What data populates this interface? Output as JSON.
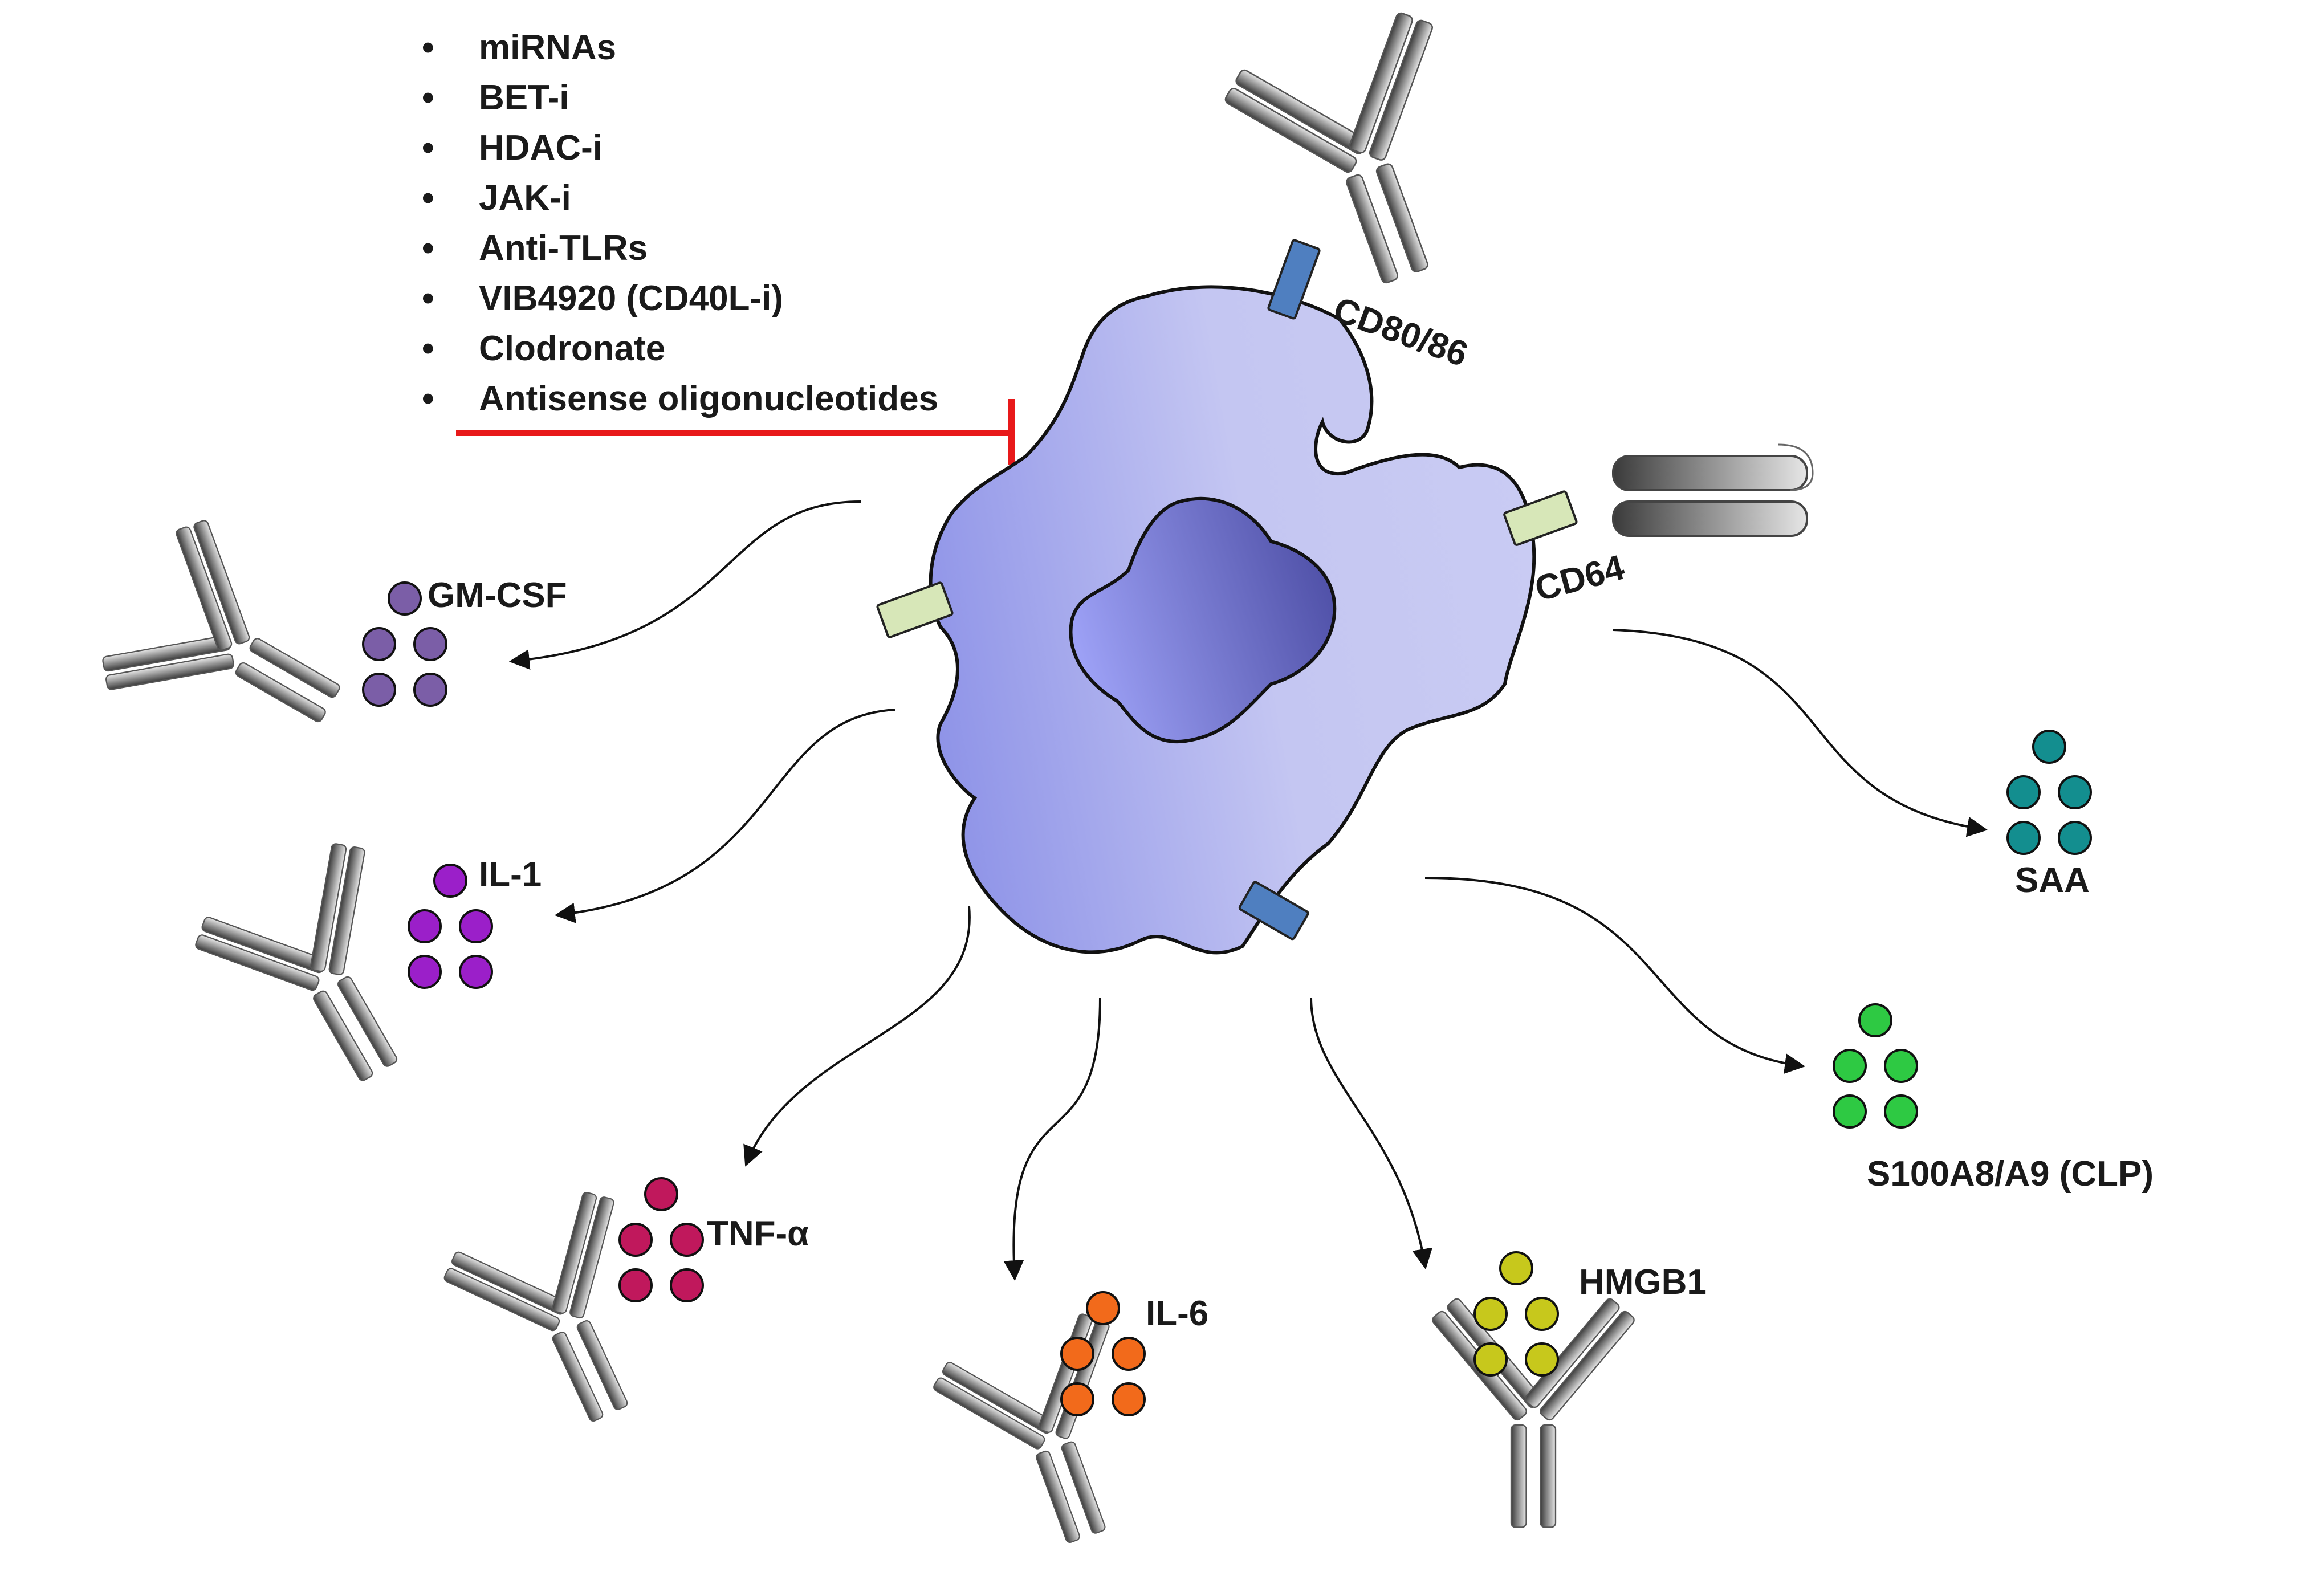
{
  "inhibitors": [
    "miRNAs",
    "BET-i",
    "HDAC-i",
    "JAK-i",
    "Anti-TLRs",
    "VIB4920 (CD40L-i)",
    "Clodronate",
    "Antisense oligonucleotides"
  ],
  "bullet": "•",
  "receptors": {
    "cd80_86": "CD80/86",
    "cd64": "CD64"
  },
  "mediators": [
    {
      "id": "gm-csf",
      "label": "GM-CSF",
      "color": "#7B5EA7"
    },
    {
      "id": "il-1",
      "label": "IL-1",
      "color": "#9B1FC9"
    },
    {
      "id": "tnf-alpha",
      "label": "TNF-α",
      "color": "#C0185C"
    },
    {
      "id": "il-6",
      "label": "IL-6",
      "color": "#F26A1B"
    },
    {
      "id": "hmgb1",
      "label": "HMGB1",
      "color": "#C7C81C"
    },
    {
      "id": "s100a8-a9",
      "label": "S100A8/A9 (CLP)",
      "color": "#2EC943"
    },
    {
      "id": "saa",
      "label": "SAA",
      "color": "#138E8F"
    }
  ],
  "colors": {
    "cell_light": "#C4C6F2",
    "cell_dark": "#8F94E8",
    "nucleus_light": "#9EA2F7",
    "nucleus_dark": "#4E4FA6",
    "receptor_blue": "#4F7FC0",
    "receptor_green": "#D7E7B8",
    "inhibition": "#E8191A"
  }
}
